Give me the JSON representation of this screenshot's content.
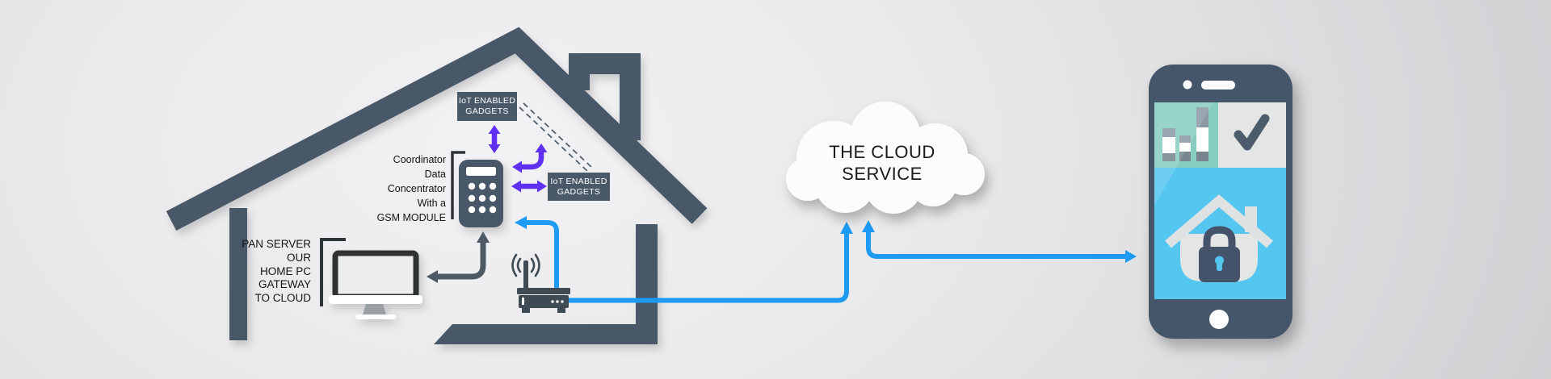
{
  "labels": {
    "iot_top": {
      "line1": "IoT ENABLED",
      "line2": "GADGETS"
    },
    "iot_right": {
      "line1": "IoT ENABLED",
      "line2": "GADGETS"
    },
    "coordinator": {
      "lines": [
        "Coordinator",
        "Data",
        "Concentrator",
        "With a",
        "GSM MODULE"
      ]
    },
    "pan_server": {
      "lines": [
        "PAN SERVER",
        "OUR",
        "HOME PC",
        "GATEWAY",
        "TO CLOUD"
      ]
    },
    "cloud": {
      "line1": "THE CLOUD",
      "line2": "SERVICE"
    }
  },
  "colors": {
    "slate": "#4a5968",
    "arrow_dark": "#4d5a66",
    "arrow_purple": "#5f30f2",
    "arrow_blue": "#1d9af3",
    "phone_body": "#45556a",
    "screen_blue": "#55c6f0",
    "tile_teal": "#87cdc1",
    "tile_gray": "#e4e5e5",
    "cloud_fill": "#fcfcfd",
    "text_black": "#141414"
  },
  "icons": [
    "house-outline-icon",
    "chimney-icon",
    "coordinator-device-icon",
    "monitor-icon",
    "wifi-router-icon",
    "cloud-icon",
    "smartphone-icon",
    "bar-chart-icon",
    "check-mark-icon",
    "home-lock-icon",
    "padlock-icon"
  ]
}
